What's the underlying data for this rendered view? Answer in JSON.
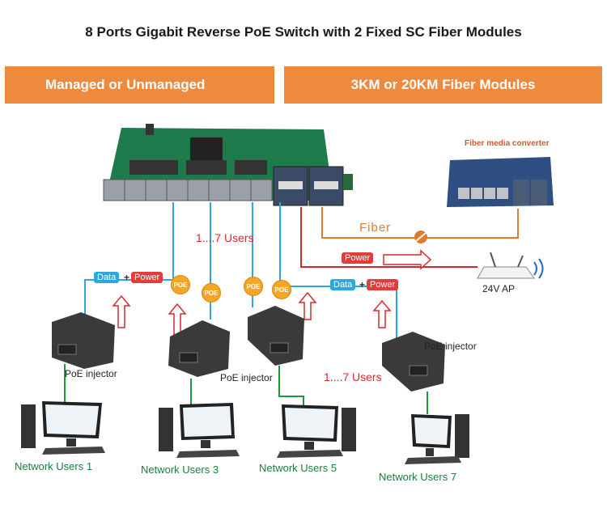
{
  "title": "8 Ports Gigabit Reverse PoE Switch with 2 Fixed SC Fiber Modules",
  "banners": {
    "left": "Managed or Unmanaged",
    "right": "3KM or 20KM Fiber Modules"
  },
  "labels": {
    "fiber_media_converter": "Fiber media converter",
    "fiber": "Fiber",
    "power_tag": "Power",
    "ap": "24V AP",
    "users_top": "1....7 Users",
    "users_right": "1....7 Users",
    "data": "Data",
    "plus": "+",
    "power": "Power",
    "poe": "POE",
    "poe_injector": "PoE injector"
  },
  "network_users": [
    "Network Users 1",
    "Network Users 3",
    "Network Users 5",
    "Network Users 7"
  ],
  "colors": {
    "banner": "#ee8a3e",
    "blue_line": "#2ea6de",
    "red_line": "#d42a2a",
    "green_line": "#1a9a3a",
    "fiber_line": "#e07a2c",
    "poe_badge": "#f5a623"
  }
}
